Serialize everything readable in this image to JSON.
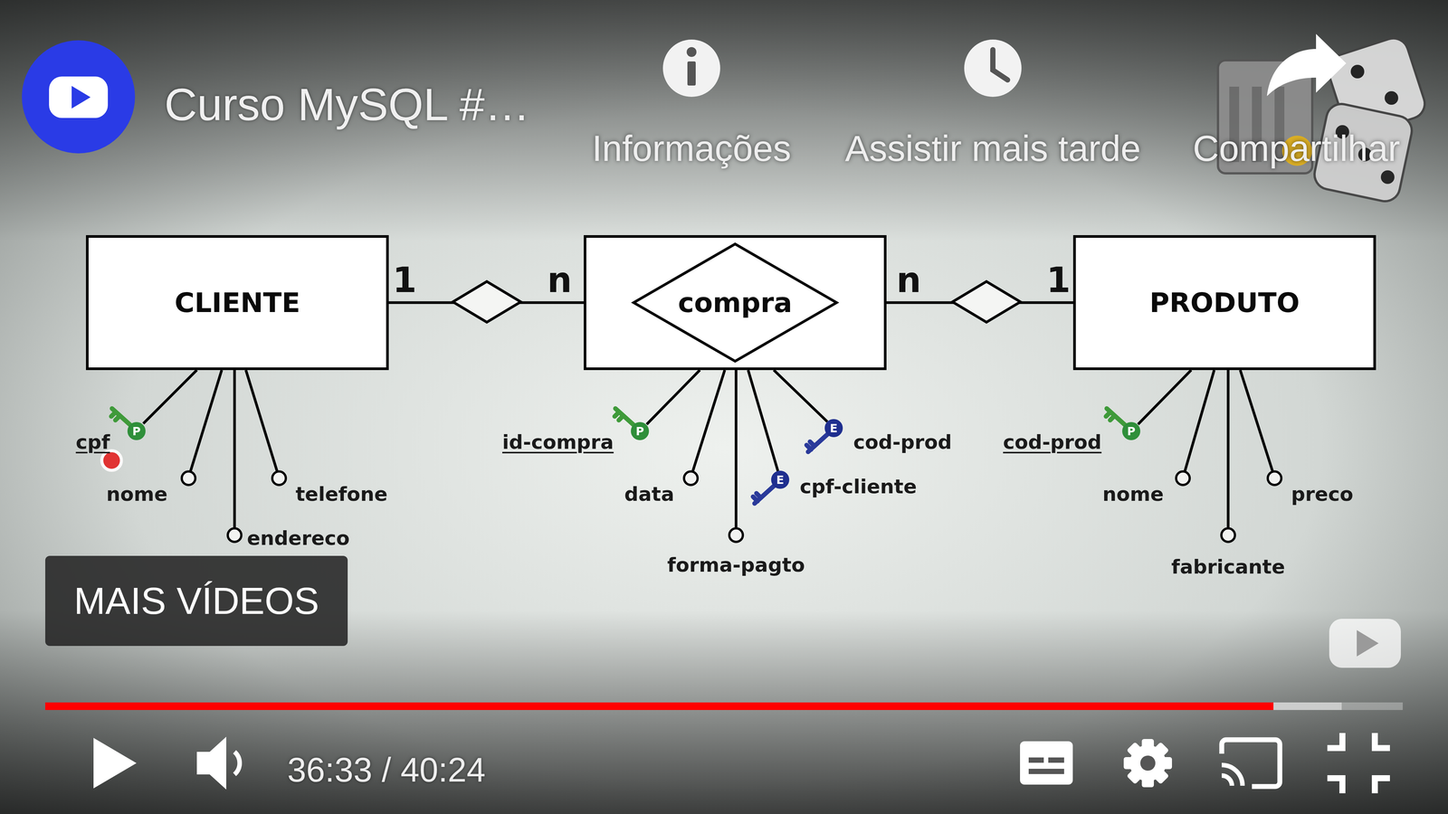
{
  "diagram": {
    "title": "Curso MySQL #…",
    "nodes": [
      {
        "text": [
          "CLIENTE"
        ]
      },
      {
        "text": [
          "compra"
        ]
      },
      {
        "text": [
          "PRODUTO"
        ]
      }
    ],
    "edges": [
      {
        "from": 0,
        "to": 1,
        "arrow": "none"
      },
      {
        "from": 1,
        "to": 2,
        "arrow": "none"
      }
    ],
    "labels": [
      "1",
      "n",
      "n",
      "1",
      "cpf",
      "nome",
      "endereco",
      "telefone",
      "P",
      "id-compra",
      "data",
      "forma-pagto",
      "cpf-cliente",
      "cod-prod",
      "P",
      "E",
      "E",
      "cod-prod",
      "nome",
      "fabricante",
      "preco",
      "P",
      "Informações",
      "Assistir mais tarde",
      "Compartilhar",
      "MAIS VÍDEOS",
      "36:33 / 40:24"
    ]
  }
}
